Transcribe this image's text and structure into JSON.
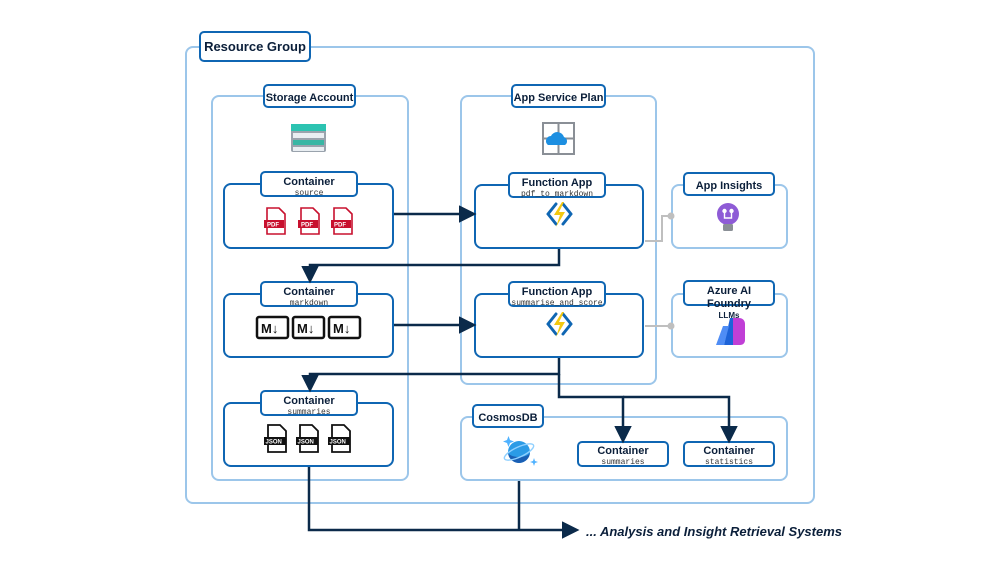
{
  "resource_group": {
    "label": "Resource Group"
  },
  "storage_account": {
    "label": "Storage Account",
    "containers": [
      {
        "label": "Container",
        "name": "source",
        "file_type": "PDF"
      },
      {
        "label": "Container",
        "name": "markdown",
        "file_type": "M↓"
      },
      {
        "label": "Container",
        "name": "summaries",
        "file_type": "JSON"
      }
    ]
  },
  "app_service_plan": {
    "label": "App Service Plan",
    "functions": [
      {
        "label": "Function App",
        "name": "pdf_to_markdown"
      },
      {
        "label": "Function App",
        "name": "summarise_and_score"
      }
    ]
  },
  "app_insights": {
    "label": "App Insights"
  },
  "ai_foundry": {
    "label": "Azure AI Foundry",
    "sub": "LLMs"
  },
  "cosmosdb": {
    "label": "CosmosDB",
    "containers": [
      {
        "label": "Container",
        "name": "summaries"
      },
      {
        "label": "Container",
        "name": "statistics"
      }
    ]
  },
  "footer": {
    "text": "... Analysis and Insight Retrieval Systems"
  },
  "colors": {
    "navy": "#0b2a4a",
    "border_blue": "#0f66b3",
    "light_blue": "#9cc6ea",
    "grey_link": "#bfbfbf",
    "pdf_red": "#c8102e",
    "azure_func": "#f2c811"
  }
}
